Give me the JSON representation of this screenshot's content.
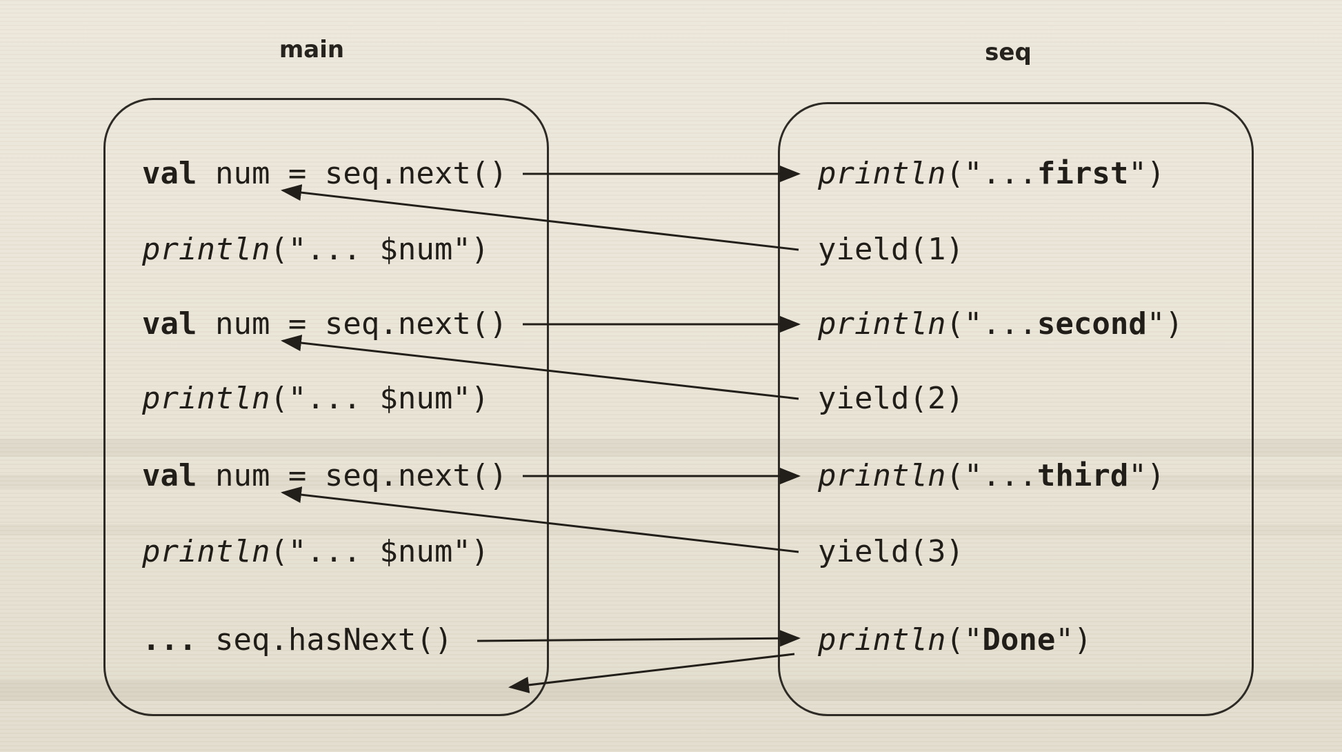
{
  "diagram": {
    "main_box": {
      "title": "main",
      "lines": [
        {
          "parts": [
            "val",
            " num = seq.next()"
          ]
        },
        {
          "parts": [
            "println",
            "(\"... $num\")"
          ]
        },
        {
          "parts": [
            "val",
            " num = seq.next()"
          ]
        },
        {
          "parts": [
            "println",
            "(\"... $num\")"
          ]
        },
        {
          "parts": [
            "val",
            " num = seq.next()"
          ]
        },
        {
          "parts": [
            "println",
            "(\"... $num\")"
          ]
        },
        {
          "parts": [
            "...",
            " seq.hasNext()"
          ]
        }
      ]
    },
    "seq_box": {
      "title": "seq",
      "lines": [
        {
          "parts": [
            "println",
            "(\"...",
            "first",
            "\")"
          ]
        },
        {
          "parts": [
            "yield(1)"
          ]
        },
        {
          "parts": [
            "println",
            "(\"...",
            "second",
            "\")"
          ]
        },
        {
          "parts": [
            "yield(2)"
          ]
        },
        {
          "parts": [
            "println",
            "(\"...",
            "third",
            "\")"
          ]
        },
        {
          "parts": [
            "yield(3)"
          ]
        },
        {
          "parts": [
            "println",
            "(\"",
            "Done",
            "\")"
          ]
        }
      ]
    },
    "arrows": [
      {
        "from": "main next() 1",
        "to": "seq println first",
        "kind": "call"
      },
      {
        "from": "seq yield(1)",
        "to": "main",
        "kind": "return"
      },
      {
        "from": "main next() 2",
        "to": "seq println second",
        "kind": "call"
      },
      {
        "from": "seq yield(2)",
        "to": "main",
        "kind": "return"
      },
      {
        "from": "main next() 3",
        "to": "seq println third",
        "kind": "call"
      },
      {
        "from": "seq yield(3)",
        "to": "main",
        "kind": "return"
      },
      {
        "from": "main hasNext()",
        "to": "seq println Done",
        "kind": "call"
      },
      {
        "from": "seq println Done",
        "to": "main",
        "kind": "return"
      }
    ]
  }
}
